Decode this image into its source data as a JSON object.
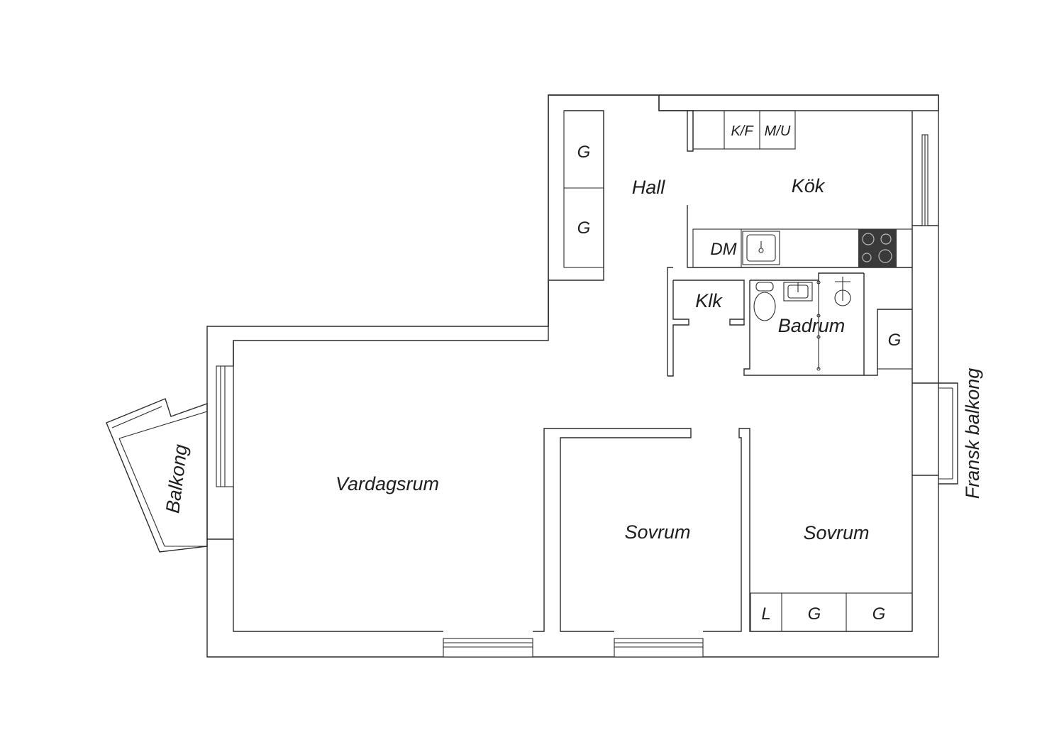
{
  "rooms": {
    "hall": "Hall",
    "kok": "Kök",
    "vardagsrum": "Vardagsrum",
    "sovrum_1": "Sovrum",
    "sovrum_2": "Sovrum",
    "badrum": "Badrum",
    "klk": "Klk",
    "balkong": "Balkong",
    "fransk_balkong": "Fransk balkong"
  },
  "fixtures": {
    "hall_wardrobe_1": "G",
    "hall_wardrobe_2": "G",
    "fridge_freezer": "K/F",
    "microwave_oven": "M/U",
    "dishwasher": "DM",
    "corridor_wardrobe": "G",
    "bedroom_linen": "L",
    "bedroom_wardrobe_1": "G",
    "bedroom_wardrobe_2": "G"
  },
  "colors": {
    "line": "#2b2b2b",
    "text": "#1e1e1e",
    "background": "#ffffff",
    "stove": "#3a3a3a"
  }
}
